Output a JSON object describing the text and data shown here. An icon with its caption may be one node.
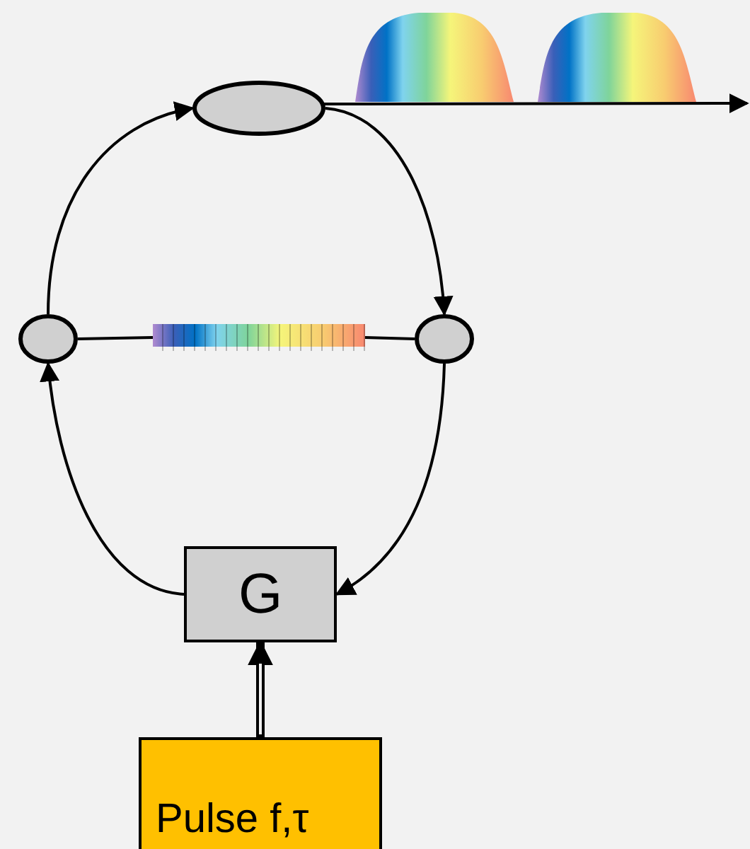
{
  "diagram": {
    "nodes": [
      {
        "text": [],
        "shape": "ellipse"
      },
      {
        "text": [],
        "shape": "ellipse"
      },
      {
        "text": [],
        "shape": "bar"
      },
      {
        "text": [],
        "shape": "ellipse"
      },
      {
        "text": [
          "G"
        ]
      },
      {
        "text": [
          "Pulse f,τ"
        ]
      }
    ],
    "edges": [
      {
        "from": 1,
        "to": 0,
        "arrow": "to"
      },
      {
        "from": 0,
        "to": 3,
        "arrow": "to"
      },
      {
        "from": 3,
        "to": 4,
        "arrow": "to"
      },
      {
        "from": 4,
        "to": 1,
        "arrow": "to"
      },
      {
        "from": 1,
        "to": 2,
        "arrow": "none"
      },
      {
        "from": 2,
        "to": 3,
        "arrow": "none"
      },
      {
        "from": 5,
        "to": 4,
        "arrow": "to",
        "style": "thick"
      },
      {
        "from": 0,
        "to": null,
        "arrow": "to"
      }
    ]
  }
}
